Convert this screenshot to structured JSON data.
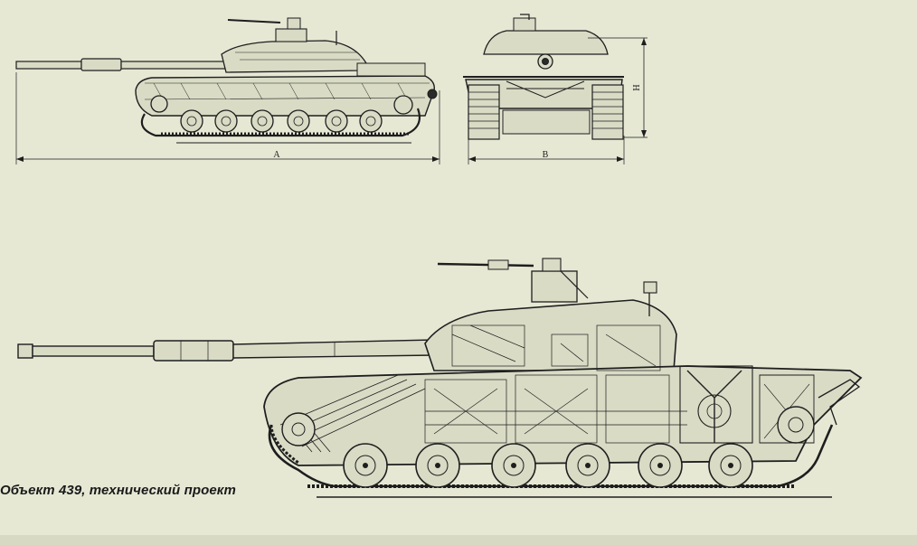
{
  "caption": "Объект 439, технический проект",
  "dimensions": {
    "length": "A",
    "width": "B",
    "height": "H"
  }
}
